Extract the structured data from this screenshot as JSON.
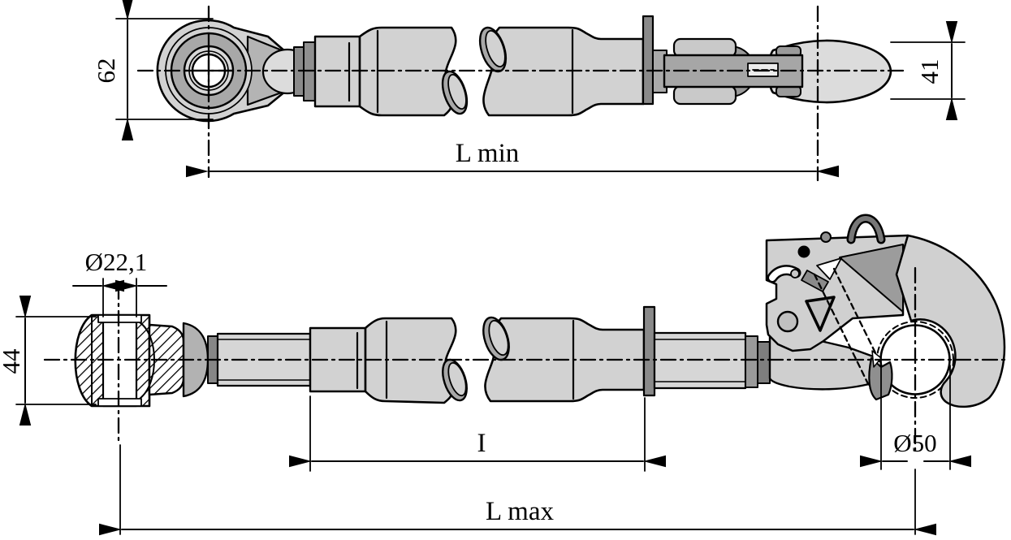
{
  "drawing": {
    "kind": "technical-drawing",
    "subject": "top-link assembly with ball eye end and claw hook end, two orthographic views",
    "dims": {
      "eye_od": "62",
      "hook_head_width": "41",
      "length_min": "L min",
      "bore_dia": "Ø22,1",
      "ball_housing_od": "44",
      "tube_length": "I",
      "hook_ball_dia": "Ø50",
      "length_max": "L max"
    },
    "colors": {
      "background": "#ffffff",
      "outline": "#000000",
      "body_gray": "#d2d2d2",
      "light_gray": "#dcdcdc",
      "mid_gray": "#a8a8a8",
      "dark_gray": "#8a8a8a"
    }
  }
}
